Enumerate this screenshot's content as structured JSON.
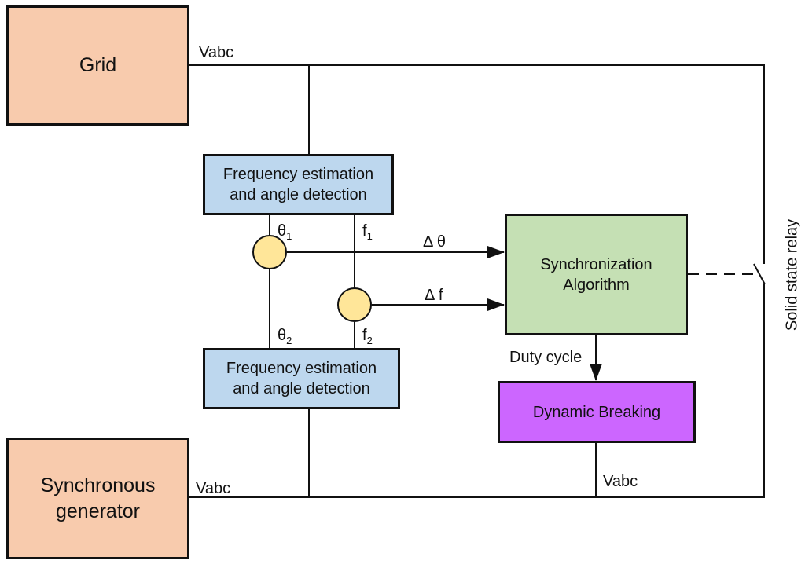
{
  "blocks": {
    "grid": {
      "label": "Grid",
      "color": "#f8cbad"
    },
    "generator": {
      "line1": "Synchronous",
      "line2": "generator",
      "color": "#f8cbad"
    },
    "freq_est_top": {
      "line1": "Frequency estimation",
      "line2": "and angle detection",
      "color": "#bdd7ee"
    },
    "freq_est_bottom": {
      "line1": "Frequency estimation",
      "line2": "and angle detection",
      "color": "#bdd7ee"
    },
    "sync_algorithm": {
      "line1": "Synchronization",
      "line2": "Algorithm",
      "color": "#c5e0b4"
    },
    "dynamic_breaking": {
      "label": "Dynamic Breaking",
      "color": "#cc66ff"
    }
  },
  "summing_junction_color": "#ffe699",
  "labels": {
    "vabc_grid": "Vabc",
    "vabc_gen": "Vabc",
    "vabc_brake": "Vabc",
    "theta": "θ",
    "theta1_sub": "1",
    "theta2_sub": "2",
    "f": "f",
    "f1_sub": "1",
    "f2_sub": "2",
    "delta_theta": "Δ θ",
    "delta_f": "Δ f",
    "duty_cycle": "Duty cycle",
    "relay": "Solid state relay"
  }
}
